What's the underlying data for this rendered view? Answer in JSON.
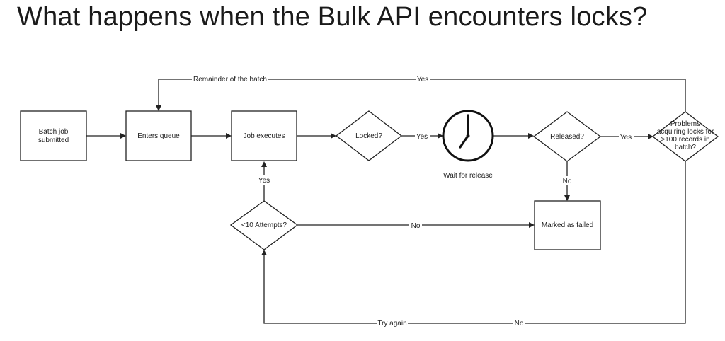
{
  "title": "What happens when the Bulk API encounters locks?",
  "nodes": {
    "batch_submitted": [
      "Batch job",
      "submitted"
    ],
    "enters_queue": [
      "Enters queue"
    ],
    "job_executes": [
      "Job executes"
    ],
    "locked": [
      "Locked?"
    ],
    "wait_for_release": "Wait for release",
    "released": [
      "Released?"
    ],
    "problems": [
      "Problems",
      "acquiring locks for",
      ">100 records in",
      "batch?"
    ],
    "marked_failed": [
      "Marked as failed"
    ],
    "attempts": [
      "<10 Attempts?"
    ]
  },
  "edges": {
    "remainder_of_batch": "Remainder of the batch",
    "top_yes": "Yes",
    "locked_yes": "Yes",
    "released_yes": "Yes",
    "released_no": "No",
    "attempts_yes": "Yes",
    "attempts_no": "No",
    "try_again": "Try again",
    "bottom_no": "No"
  }
}
